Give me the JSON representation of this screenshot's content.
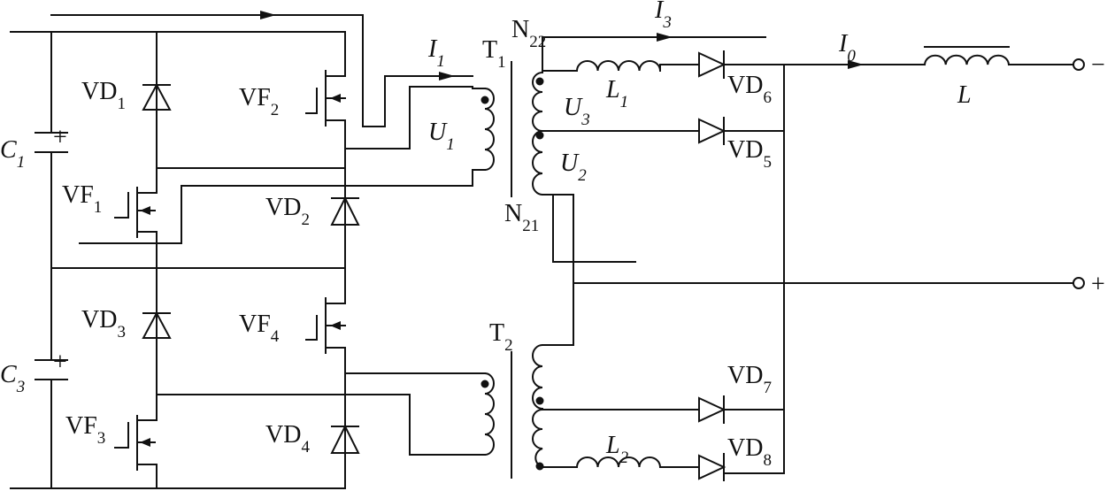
{
  "diagram": {
    "capacitors": [
      {
        "base": "C",
        "sub": "1",
        "polarity": "+"
      },
      {
        "base": "C",
        "sub": "3",
        "polarity": "+"
      }
    ],
    "diodes": [
      {
        "base": "VD",
        "sub": "1"
      },
      {
        "base": "VD",
        "sub": "2"
      },
      {
        "base": "VD",
        "sub": "3"
      },
      {
        "base": "VD",
        "sub": "4"
      },
      {
        "base": "VD",
        "sub": "5"
      },
      {
        "base": "VD",
        "sub": "6"
      },
      {
        "base": "VD",
        "sub": "7"
      },
      {
        "base": "VD",
        "sub": "8"
      }
    ],
    "transistors": [
      {
        "base": "VF",
        "sub": "1"
      },
      {
        "base": "VF",
        "sub": "2"
      },
      {
        "base": "VF",
        "sub": "3"
      },
      {
        "base": "VF",
        "sub": "4"
      }
    ],
    "transformers": [
      {
        "base": "T",
        "sub": "1"
      },
      {
        "base": "T",
        "sub": "2"
      }
    ],
    "windings": [
      {
        "base": "N",
        "sub": "22"
      },
      {
        "base": "N",
        "sub": "21"
      }
    ],
    "inductors": [
      {
        "base": "L",
        "sub": "1"
      },
      {
        "base": "L",
        "sub": "2"
      },
      {
        "base": "L",
        "sub": ""
      }
    ],
    "currents": [
      {
        "base": "I",
        "sub": "1"
      },
      {
        "base": "I",
        "sub": "3"
      },
      {
        "base": "I",
        "sub": "0"
      }
    ],
    "voltages": [
      {
        "base": "U",
        "sub": "1"
      },
      {
        "base": "U",
        "sub": "3"
      },
      {
        "base": "U",
        "sub": "2"
      }
    ],
    "terminals": {
      "negative": "−",
      "positive": "+"
    }
  }
}
